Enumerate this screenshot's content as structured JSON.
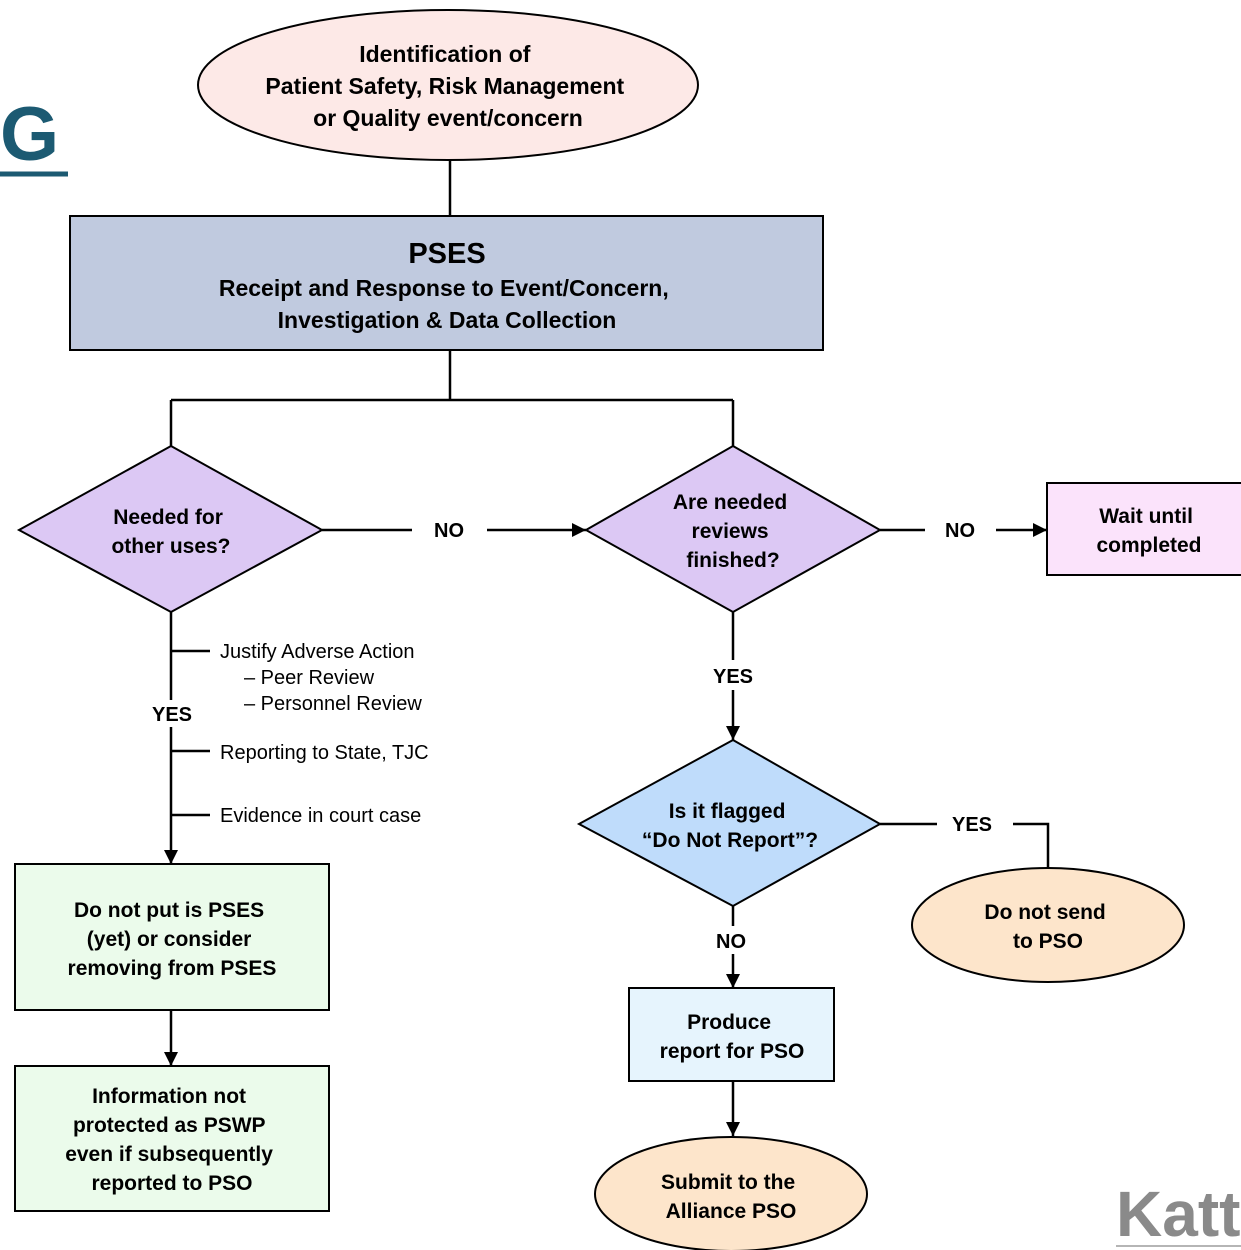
{
  "page": {
    "partial_heading": "G",
    "partial_logo": "Katt"
  },
  "nodes": {
    "start": {
      "lines": [
        "Identification of",
        "Patient Safety, Risk Management",
        "or Quality event/concern"
      ]
    },
    "pses": {
      "title": "PSES",
      "lines": [
        "Receipt and Response to Event/Concern,",
        "Investigation & Data Collection"
      ]
    },
    "other_uses": {
      "lines": [
        "Needed for",
        "other uses?"
      ]
    },
    "reviews_finished": {
      "lines": [
        "Are needed",
        "reviews",
        "finished?"
      ]
    },
    "wait": {
      "lines": [
        "Wait until",
        "completed"
      ]
    },
    "flagged": {
      "lines": [
        "Is it flagged",
        "“Do Not Report”?"
      ]
    },
    "do_not_send": {
      "lines": [
        "Do not send",
        "to PSO"
      ]
    },
    "do_not_put": {
      "lines": [
        "Do not put is PSES",
        "(yet) or consider",
        "removing from PSES"
      ]
    },
    "not_protected": {
      "lines": [
        "Information not",
        "protected as PSWP",
        "even if subsequently",
        "reported to PSO"
      ]
    },
    "produce_report": {
      "lines": [
        "Produce",
        "report for PSO"
      ]
    },
    "submit": {
      "lines": [
        "Submit to the",
        "Alliance PSO"
      ]
    }
  },
  "edge_labels": {
    "no_1": "NO",
    "no_2": "NO",
    "yes_left": "YES",
    "yes_mid": "YES",
    "yes_right": "YES",
    "no_3": "NO"
  },
  "other_uses_list": {
    "item1": "Justify Adverse Action",
    "item1_sub1": "– Peer Review",
    "item1_sub2": "– Personnel Review",
    "item2": "Reporting to State, TJC",
    "item3": "Evidence in court case"
  },
  "colors": {
    "start_fill": "#fde9e7",
    "pses_fill": "#c0cadf",
    "diamond_purple": "#dcc8f4",
    "diamond_blue": "#bfdcfb",
    "wait_fill": "#fbe3fb",
    "green_fill": "#ebfbeb",
    "report_fill": "#e6f4fd",
    "orange_fill": "#fde5cb",
    "heading_color": "#1c5a72",
    "logo_color": "#8a8a8a"
  }
}
